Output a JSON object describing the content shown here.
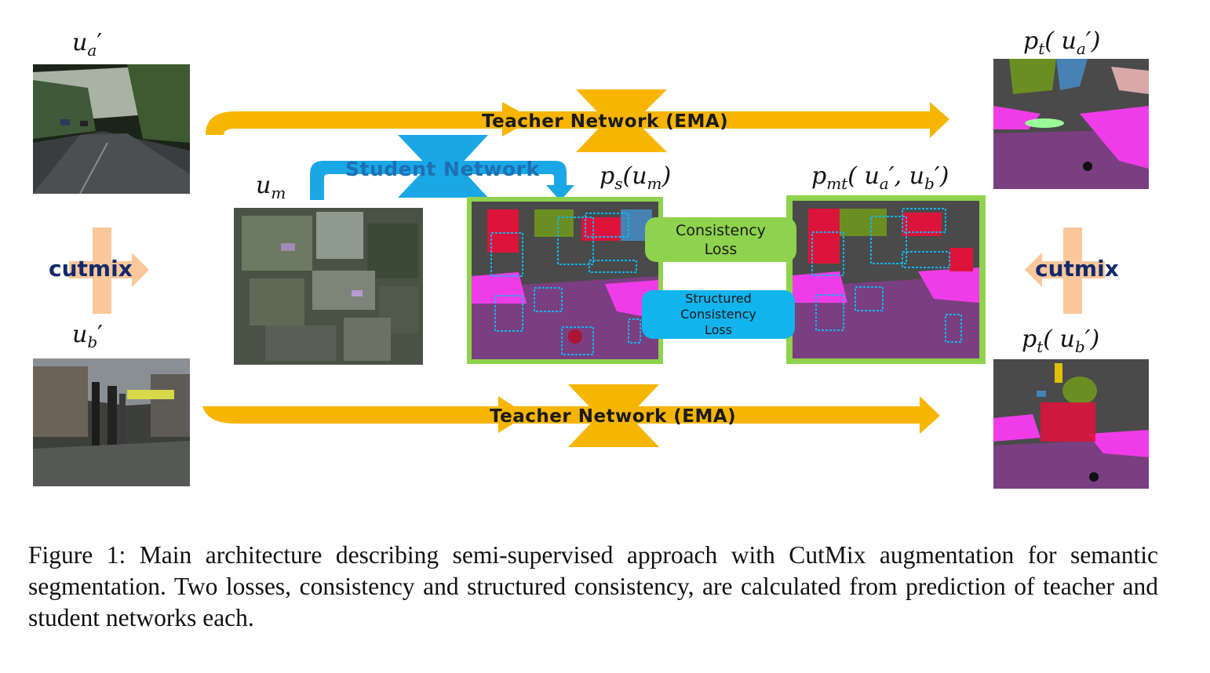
{
  "labels": {
    "ua": "u",
    "ua_sub": "a",
    "ub": "u",
    "ub_sub": "b",
    "um": "u",
    "um_sub": "m",
    "ps": "p",
    "ps_sub": "s",
    "ps_arg": "(u",
    "ps_arg_sub": "m",
    "pmt": "p",
    "pmt_sub": "mt",
    "pmt_arg": "( u",
    "pmt_arg_sub1": "a",
    "pmt_arg_mid": "′, u",
    "pmt_arg_sub2": "b",
    "pmt_arg_end": "′)",
    "pt_a": "p",
    "pt_a_sub": "t",
    "pt_a_arg": "( u",
    "pt_a_arg_sub": "a",
    "pt_a_end": "′)",
    "pt_b": "p",
    "pt_b_sub": "t",
    "pt_b_arg": "( u",
    "pt_b_arg_sub": "b",
    "pt_b_end": "′)",
    "prime": "′"
  },
  "network_labels": {
    "teacher_top": "Teacher Network (EMA)",
    "teacher_bottom": "Teacher Network (EMA)",
    "student": "Student Network"
  },
  "cutmix_labels": {
    "left": "cutmix",
    "right": "cutmix"
  },
  "losses": {
    "consistency_line1": "Consistency",
    "consistency_line2": "Loss",
    "structured_line1": "Structured",
    "structured_line2": "Consistency",
    "structured_line3": "Loss"
  },
  "caption": "Figure 1:  Main architecture describing semi-supervised approach with CutMix augmentation for semantic segmentation.  Two losses, consistency and structured consistency, are calculated from prediction of teacher and student networks each.",
  "colors": {
    "teacher_arrow": "#f7b500",
    "student_arrow": "#1aa7e6",
    "consistency_box": "#8fd24d",
    "structured_box": "#12b4ee",
    "frame_green": "#8fd24d",
    "cutmix_cross": "#fbc79b",
    "seg_road": "#7a3f80",
    "seg_sidewalk": "#f03ce8",
    "seg_building": "#4a4a4a",
    "seg_vegetation": "#6b8e23",
    "seg_sky": "#4682b4",
    "seg_person": "#dc143c"
  }
}
